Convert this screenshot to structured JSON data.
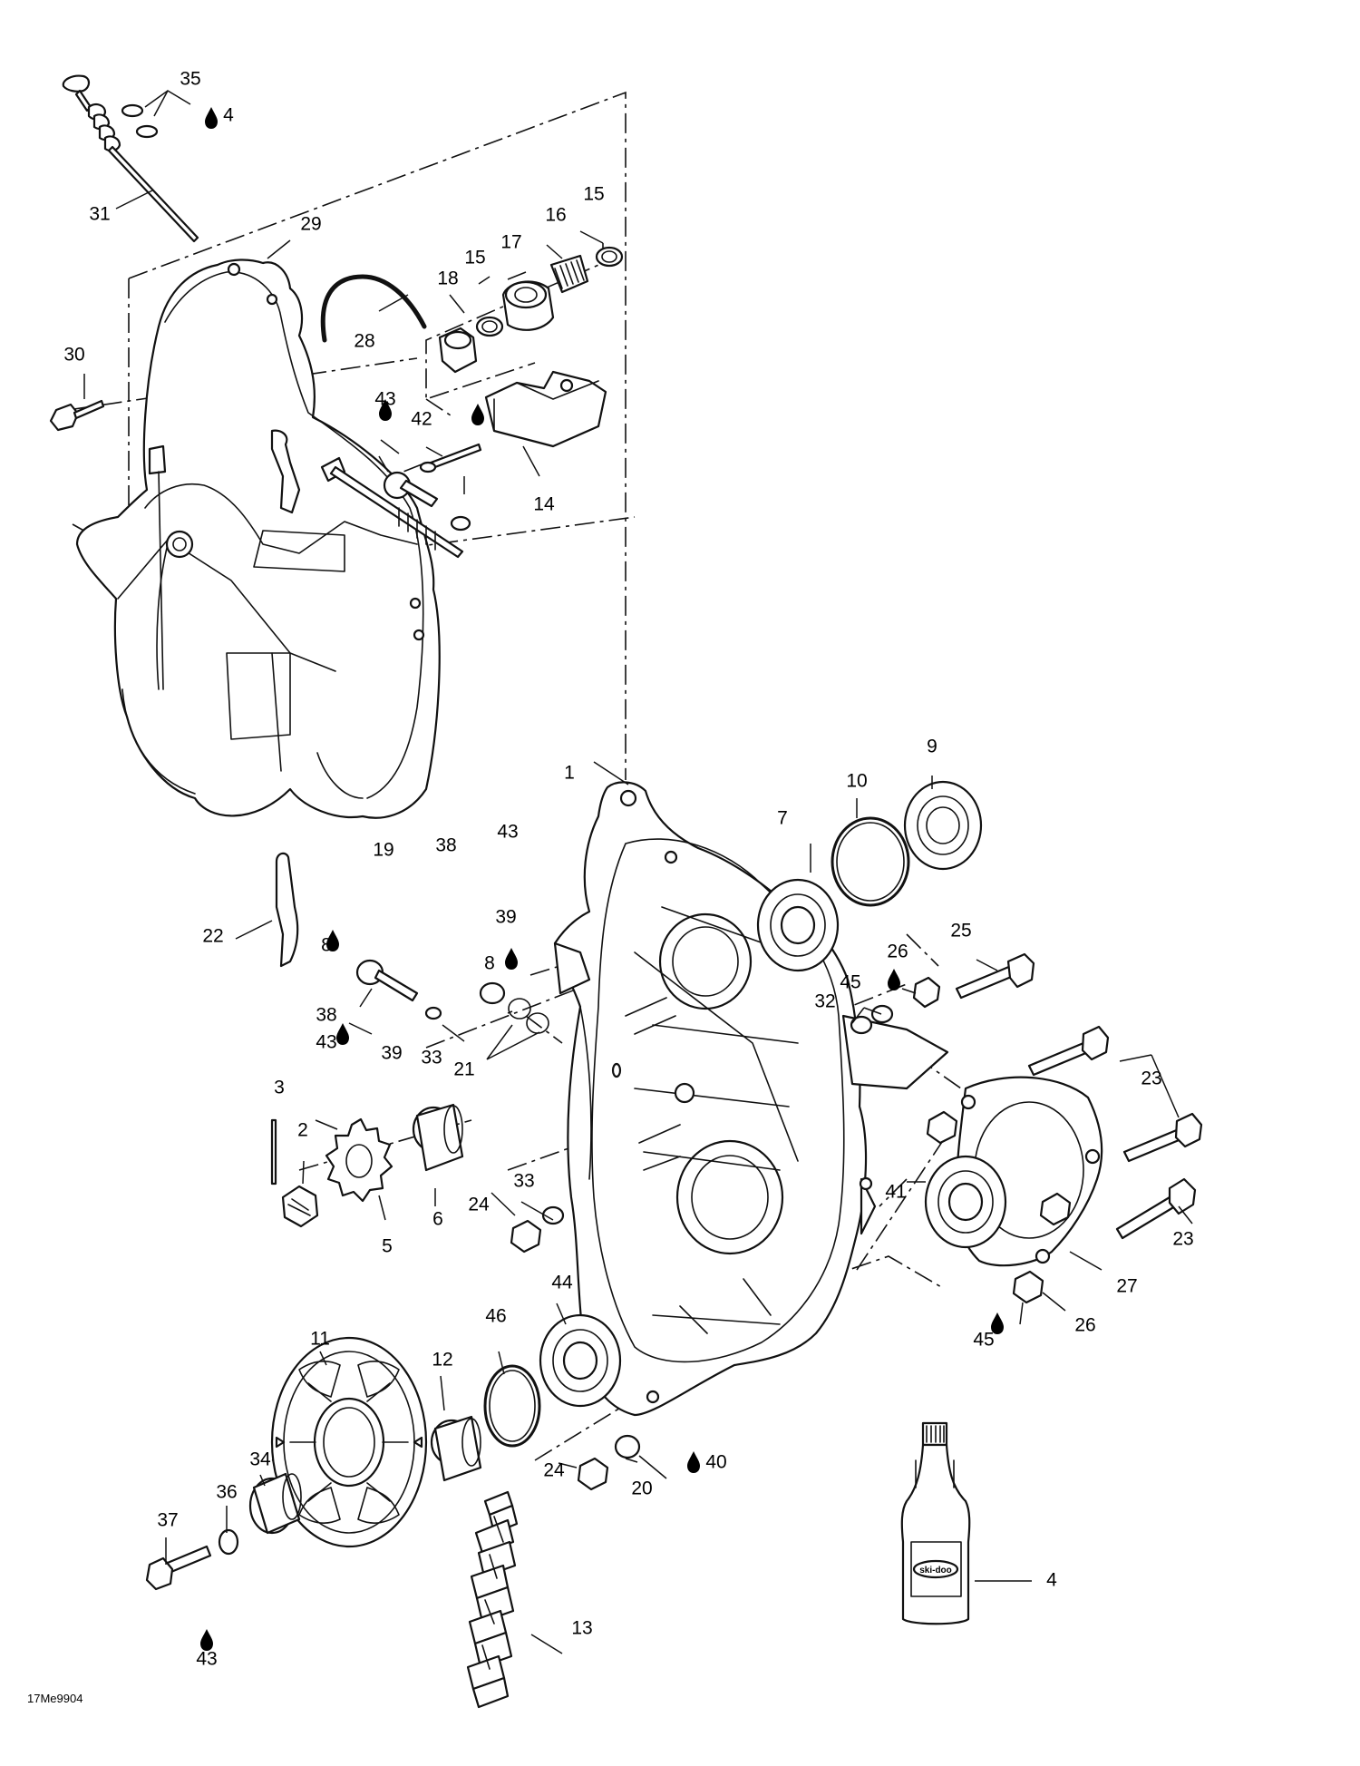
{
  "figure_code": "17Me9904",
  "callouts": [
    "1",
    "2",
    "3",
    "4",
    "5",
    "6",
    "7",
    "8",
    "9",
    "10",
    "11",
    "12",
    "13",
    "14",
    "15",
    "16",
    "17",
    "18",
    "19",
    "20",
    "21",
    "22",
    "23",
    "24",
    "25",
    "26",
    "27",
    "28",
    "29",
    "30",
    "31",
    "32",
    "33",
    "34",
    "35",
    "36",
    "37",
    "38",
    "39",
    "40",
    "41",
    "42",
    "43",
    "44",
    "45",
    "46"
  ],
  "lubricant_marker": "oil-drop-icon",
  "bottle_label": "ski-doo"
}
